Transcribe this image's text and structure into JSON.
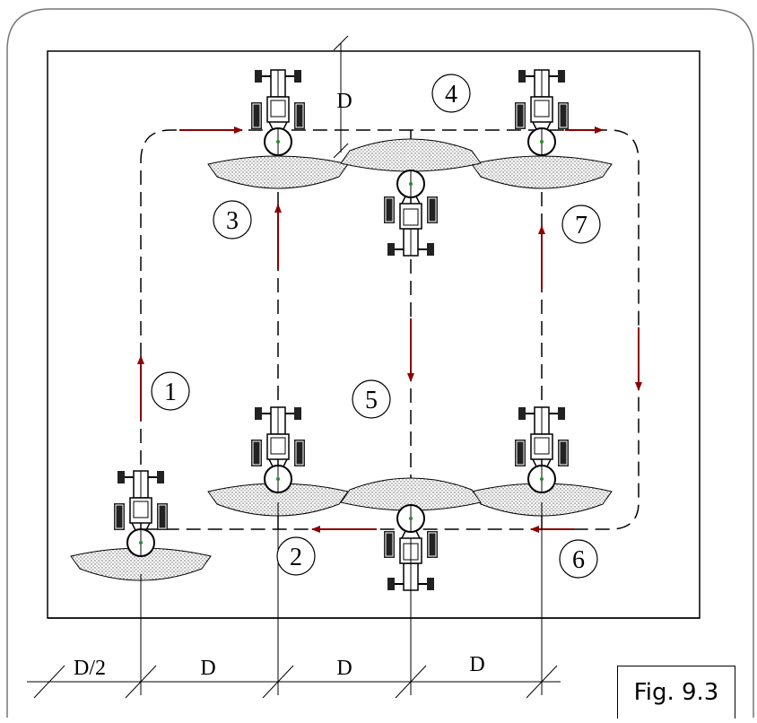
{
  "figure": {
    "label": "Fig. 9.3"
  },
  "steps": [
    {
      "number": "1"
    },
    {
      "number": "2"
    },
    {
      "number": "3"
    },
    {
      "number": "4"
    },
    {
      "number": "5"
    },
    {
      "number": "6"
    },
    {
      "number": "7"
    }
  ],
  "dimensions": {
    "top_offset": "D",
    "bottom": [
      "D/2",
      "D",
      "D",
      "D"
    ]
  },
  "colors": {
    "arrow": "#8b0000",
    "line": "#000000",
    "spray_fill": "#c8c8c8"
  },
  "icons": {
    "tractor": "tractor-sprayer-icon",
    "spray_pattern": "spray-pattern-icon",
    "arrow": "direction-arrow-icon"
  }
}
